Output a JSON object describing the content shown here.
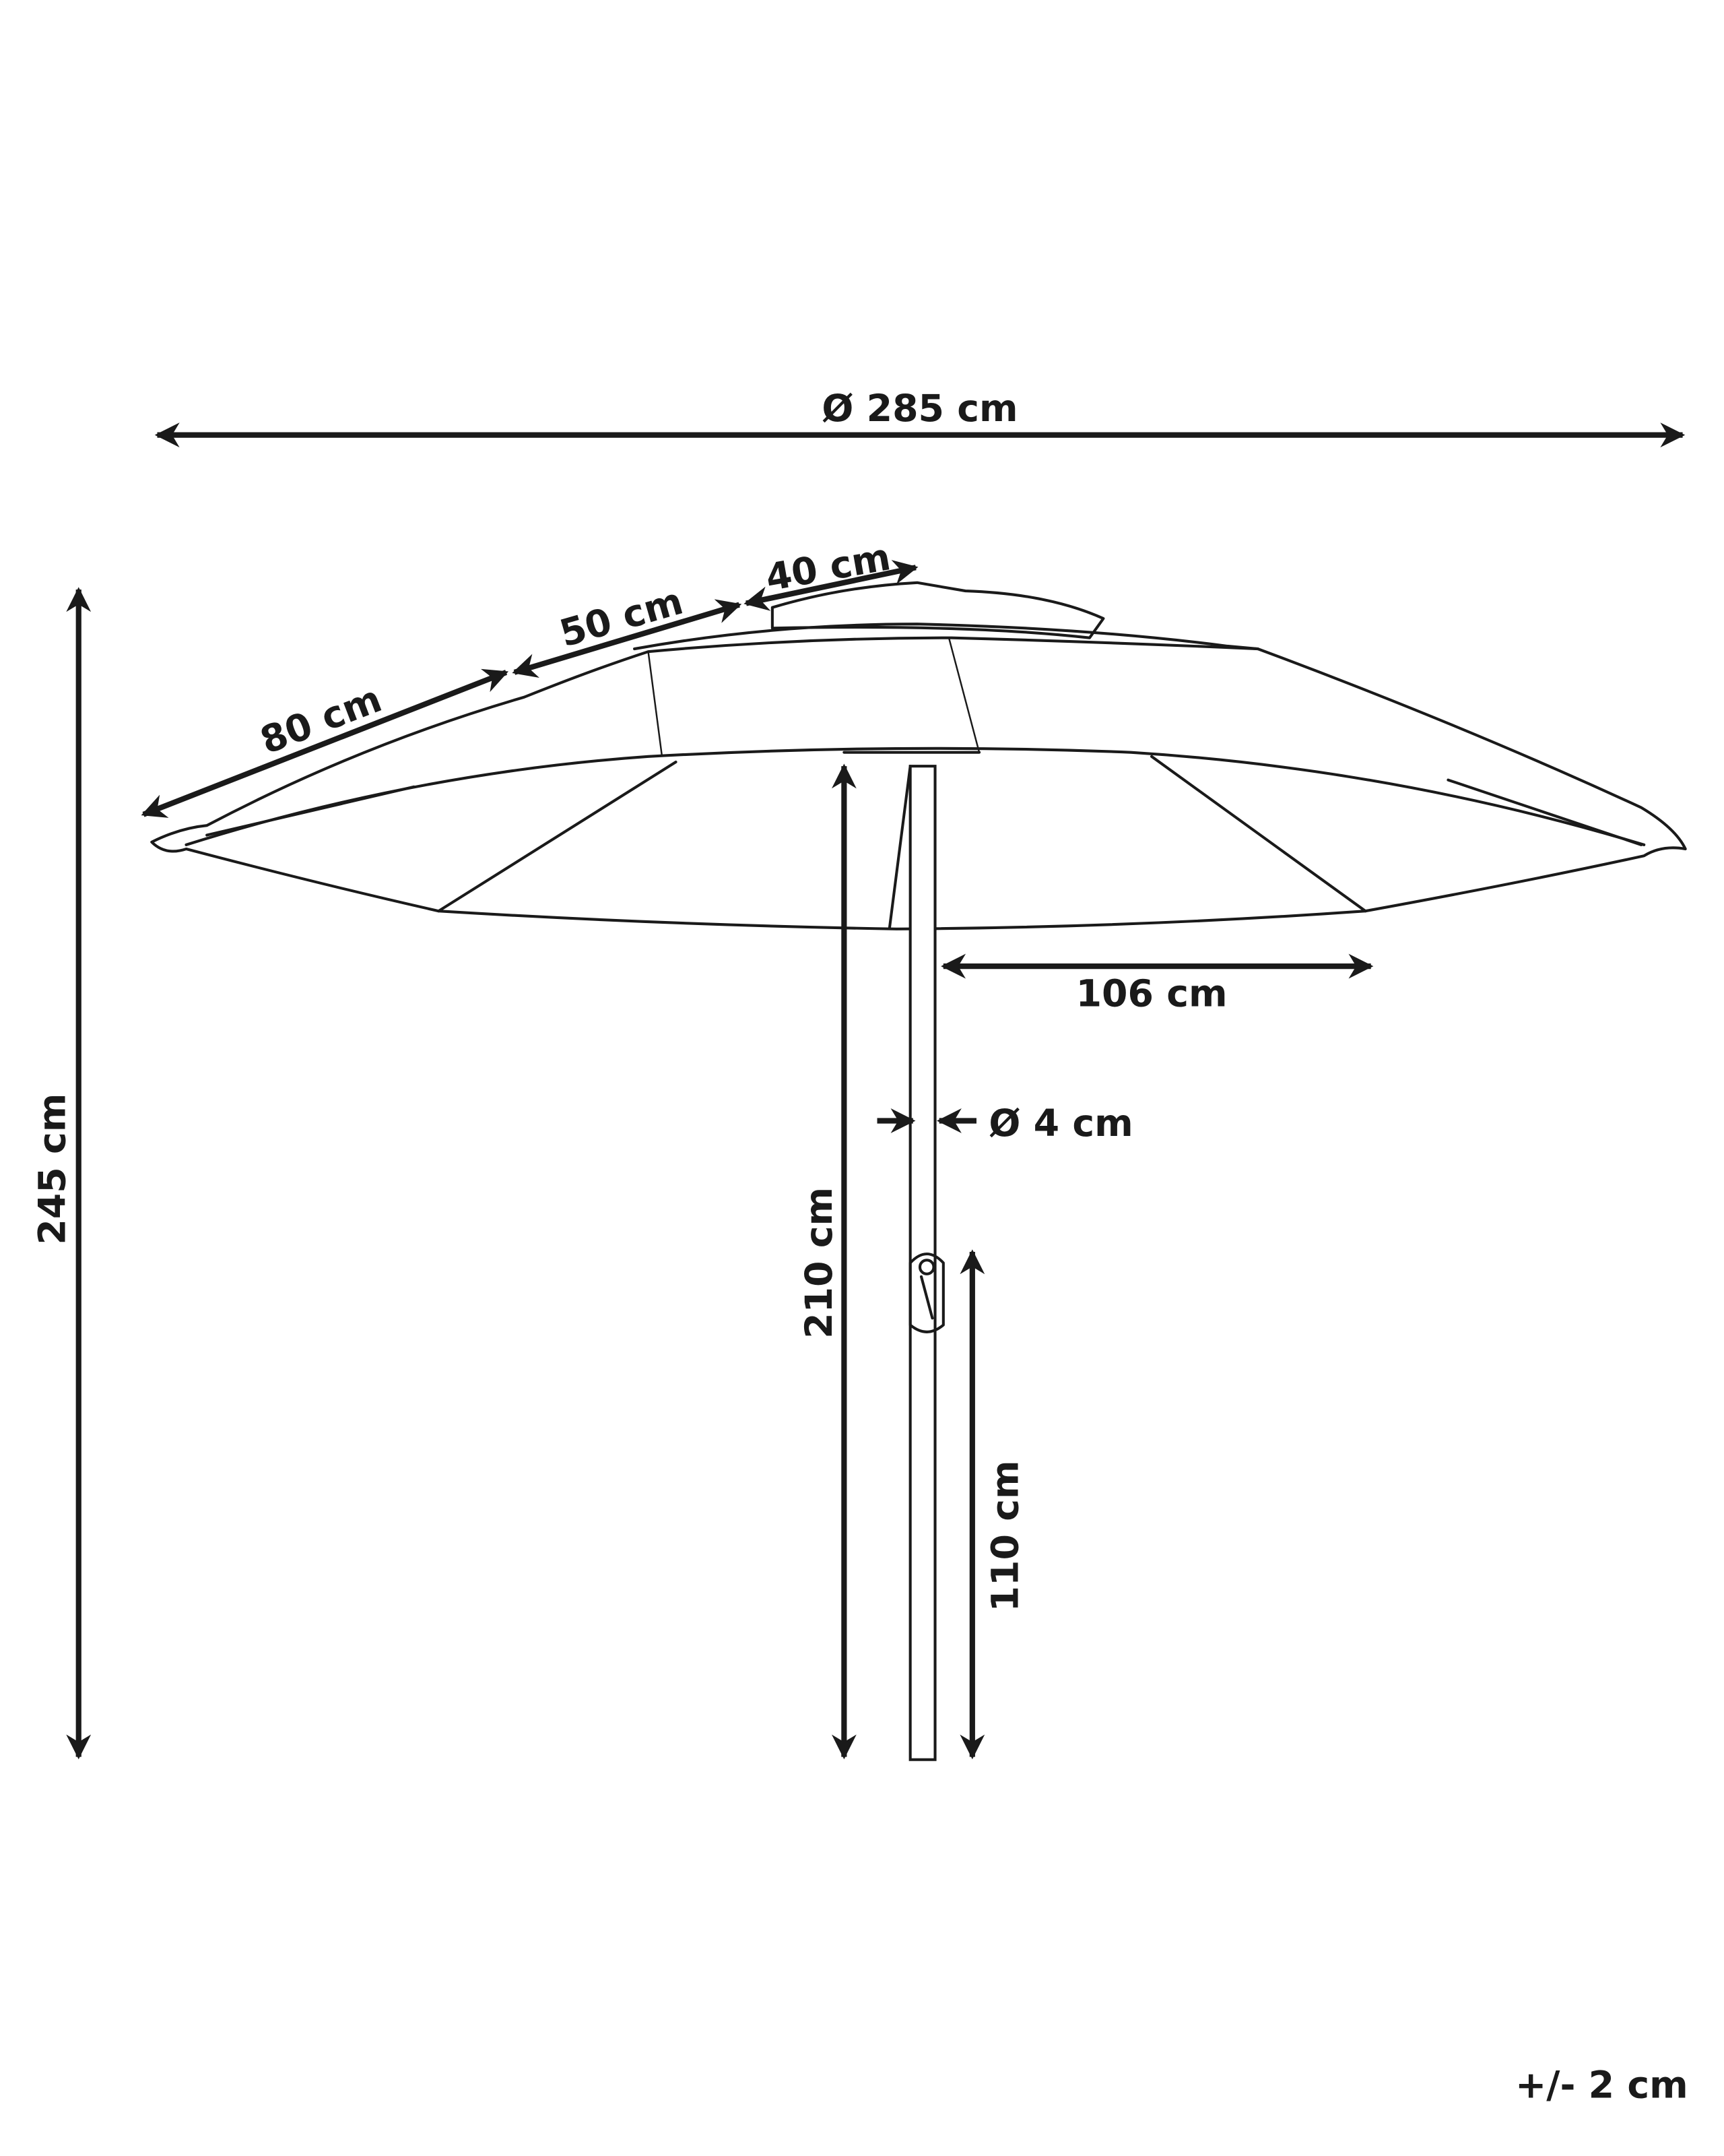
{
  "dimensions": {
    "canopy_diameter": "Ø 285 cm",
    "total_height": "245 cm",
    "outer_segment": "80 cm",
    "middle_segment": "50 cm",
    "top_segment": "40 cm",
    "clearance_height": "210 cm",
    "radius_under_canopy": "106 cm",
    "pole_diameter": "Ø 4 cm",
    "crank_height": "110 cm"
  },
  "tolerance": "+/- 2 cm",
  "colors": {
    "line": "#1a1a1a",
    "background": "#ffffff"
  }
}
